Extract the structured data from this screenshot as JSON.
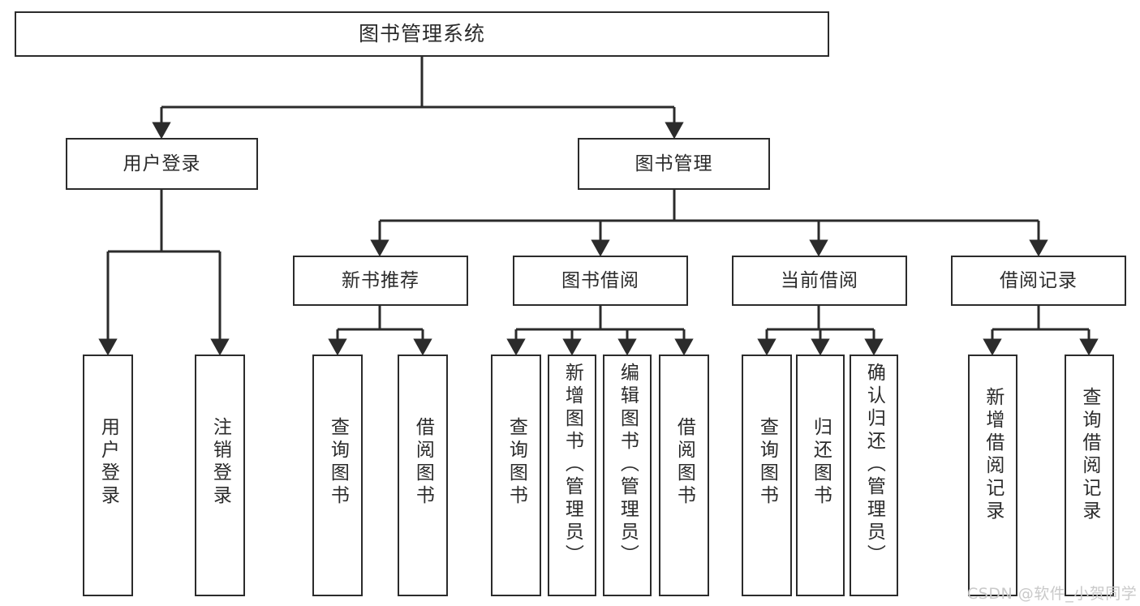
{
  "diagram": {
    "type": "tree-hierarchy-diagram",
    "title": "图书管理系统",
    "background_color": "#ffffff",
    "line_color": "#2b2b2b",
    "text_color": "#2b2b2b",
    "nodes": {
      "root": {
        "label": "图书管理系统"
      },
      "level2": [
        {
          "id": "user-login",
          "label": "用户登录"
        },
        {
          "id": "book-management",
          "label": "图书管理"
        }
      ],
      "level3": [
        {
          "id": "new-book-recommend",
          "label": "新书推荐"
        },
        {
          "id": "book-borrow",
          "label": "图书借阅"
        },
        {
          "id": "current-borrow",
          "label": "当前借阅"
        },
        {
          "id": "borrow-record",
          "label": "借阅记录"
        }
      ],
      "leaves": [
        {
          "id": "leaf-user-login",
          "label": "用户登录",
          "parent": "user-login"
        },
        {
          "id": "leaf-logout-login",
          "label": "注销登录",
          "parent": "user-login"
        },
        {
          "id": "leaf-query-book-1",
          "label": "查询图书",
          "parent": "new-book-recommend"
        },
        {
          "id": "leaf-borrow-book-1",
          "label": "借阅图书",
          "parent": "new-book-recommend"
        },
        {
          "id": "leaf-query-book-2",
          "label": "查询图书",
          "parent": "book-borrow"
        },
        {
          "id": "leaf-add-book",
          "label": "新增图书（管理员）",
          "parent": "book-borrow"
        },
        {
          "id": "leaf-edit-book",
          "label": "编辑图书（管理员）",
          "parent": "book-borrow"
        },
        {
          "id": "leaf-borrow-book-2",
          "label": "借阅图书",
          "parent": "book-borrow"
        },
        {
          "id": "leaf-query-book-3",
          "label": "查询图书",
          "parent": "current-borrow"
        },
        {
          "id": "leaf-return-book",
          "label": "归还图书",
          "parent": "current-borrow"
        },
        {
          "id": "leaf-confirm-return",
          "label": "确认归还（管理员）",
          "parent": "current-borrow"
        },
        {
          "id": "leaf-add-record",
          "label": "新增借阅记录",
          "parent": "borrow-record"
        },
        {
          "id": "leaf-query-record",
          "label": "查询借阅记录",
          "parent": "borrow-record"
        }
      ]
    },
    "watermark": "CSDN @软件_小贺同学"
  }
}
